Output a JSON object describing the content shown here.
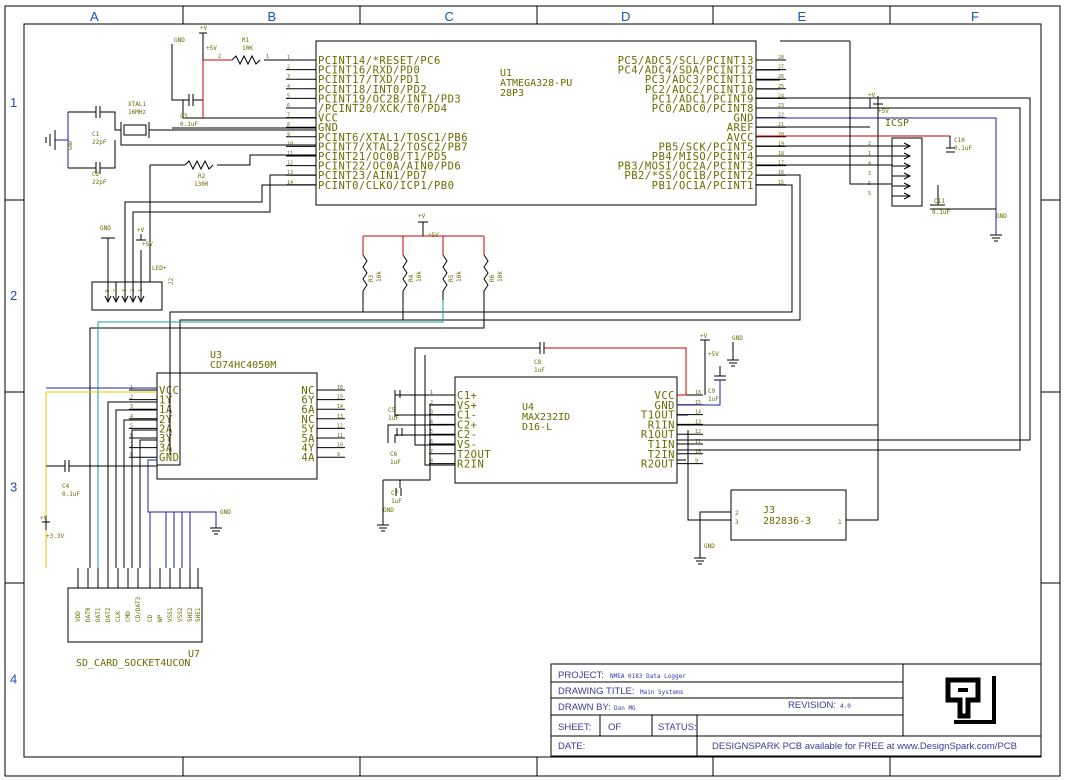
{
  "grid": {
    "columns": [
      "A",
      "B",
      "C",
      "D",
      "E",
      "F"
    ],
    "rows": [
      "1",
      "2",
      "3",
      "4"
    ]
  },
  "u1": {
    "ref": "U1",
    "part": "ATMEGA328-PU",
    "package": "28P3",
    "left_pins": [
      "PCINT14/*RESET/PC6",
      "PCINT16/RXD/PD0",
      "PCINT17/TXD/PD1",
      "PCINT18/INT0/PD2",
      "PCINT19/OC2B/INT1/PD3",
      "/PCINT20/XCK/T0/PD4",
      "VCC",
      "GND",
      "PCINT6/XTAL1/TOSC1/PB6",
      "PCINT7/XTAL2/TOSC2/PB7",
      "PCINT21/OC0B/T1/PD5",
      "PCINT22/OC0A/AIN0/PD6",
      "PCINT23/AIN1/PD7",
      "PCINT0/CLKO/ICP1/PB0"
    ],
    "left_nums": [
      "1",
      "2",
      "3",
      "4",
      "5",
      "6",
      "7",
      "8",
      "9",
      "10",
      "11",
      "12",
      "13",
      "14"
    ],
    "right_pins": [
      "PC5/ADC5/SCL/PCINT13",
      "PC4/ADC4/SDA/PCINT12",
      "PC3/ADC3/PCINT11",
      "PC2/ADC2/PCINT10",
      "PC1/ADC1/PCINT9",
      "PC0/ADC0/PCINT8",
      "GND",
      "AREF",
      "AVCC",
      "PB5/SCK/PCINT5",
      "PB4/MISO/PCINT4",
      "PB3/MOSI/OC2A/PCINT3",
      "PB2/*SS/OC1B/PCINT2",
      "PB1/OC1A/PCINT1"
    ],
    "right_nums": [
      "28",
      "27",
      "26",
      "25",
      "24",
      "23",
      "22",
      "21",
      "20",
      "19",
      "18",
      "17",
      "16",
      "15"
    ]
  },
  "u3": {
    "ref": "U3",
    "part": "CD74HC4050M",
    "left_pins": [
      "VCC",
      "1Y",
      "1A",
      "2Y",
      "2A",
      "3Y",
      "3A",
      "GND"
    ],
    "left_nums": [
      "1",
      "2",
      "3",
      "4",
      "5",
      "6",
      "7",
      "8"
    ],
    "right_pins": [
      "NC",
      "6Y",
      "6A",
      "NC",
      "5Y",
      "5A",
      "4Y",
      "4A"
    ],
    "right_nums": [
      "16",
      "15",
      "14",
      "13",
      "12",
      "11",
      "10",
      "9"
    ]
  },
  "u4": {
    "ref": "U4",
    "part": "MAX232ID",
    "package": "D16-L",
    "left_pins": [
      "C1+",
      "VS+",
      "C1-",
      "C2+",
      "C2-",
      "VS-",
      "T2OUT",
      "R2IN"
    ],
    "left_nums": [
      "1",
      "2",
      "3",
      "4",
      "5",
      "6",
      "7",
      "8"
    ],
    "right_pins": [
      "VCC",
      "GND",
      "T1OUT",
      "R1IN",
      "R1OUT",
      "T1IN",
      "T2IN",
      "R2OUT"
    ],
    "right_nums": [
      "16",
      "15",
      "14",
      "13",
      "12",
      "11",
      "10",
      "9"
    ]
  },
  "u7": {
    "ref": "U7",
    "part": "SD_CARD_SOCKET4UCON",
    "pins": [
      "VDD",
      "DAT0",
      "DAT1",
      "DAT2",
      "CLK",
      "CMD",
      "CD/DAT3",
      "CD",
      "WP",
      "VSS1",
      "VSS2",
      "SHE2",
      "SHE1"
    ]
  },
  "j2": {
    "ref": "J2",
    "pins": [
      "5",
      "4",
      "3",
      "2",
      "1"
    ],
    "note": "LED+"
  },
  "j3": {
    "ref": "J3",
    "part": "282836-3",
    "pins": [
      "2",
      "3",
      "1"
    ]
  },
  "icsp": {
    "ref": "ICSP",
    "pins": [
      "2",
      "1",
      "4",
      "3",
      "6",
      "5"
    ]
  },
  "components": {
    "r1": {
      "ref": "R1",
      "value": "10K"
    },
    "r2": {
      "ref": "R2",
      "value": "1300"
    },
    "r3": {
      "ref": "R3",
      "value": "10k"
    },
    "r4": {
      "ref": "R4",
      "value": "10k"
    },
    "r5": {
      "ref": "R5",
      "value": "10k"
    },
    "r6": {
      "ref": "R6",
      "value": "10k"
    },
    "c1": {
      "ref": "C1",
      "value": "22pF"
    },
    "c2": {
      "ref": "C2",
      "value": "22pF"
    },
    "c3": {
      "ref": "C3",
      "value": "0.1uF"
    },
    "c4": {
      "ref": "C4",
      "value": "0.1uF"
    },
    "c5": {
      "ref": "C5",
      "value": "1uF"
    },
    "c6": {
      "ref": "C6",
      "value": "1uF"
    },
    "c7": {
      "ref": "C7",
      "value": "1uF"
    },
    "c8": {
      "ref": "C8",
      "value": "1uF"
    },
    "c9": {
      "ref": "C9",
      "value": "1uF"
    },
    "c10": {
      "ref": "C10",
      "value": "0.1uF"
    },
    "c11": {
      "ref": "C11",
      "value": "0.1uF"
    },
    "xtal": {
      "ref": "XTAL1",
      "value": "16MHz"
    }
  },
  "power": {
    "vplus": "+V",
    "v5": "+5V",
    "v33": "+3.3V",
    "gnd": "GND"
  },
  "titleblock": {
    "project_label": "PROJECT:",
    "project": "NMEA 0183 Data Logger",
    "drawing_title_label": "DRAWING TITLE:",
    "drawing_title": "Main Systems",
    "drawn_by_label": "DRAWN BY:",
    "drawn_by": "Dan MG",
    "revision_label": "REVISION:",
    "revision": "4.0",
    "sheet_label": "SHEET:",
    "of_label": "OF",
    "status_label": "STATUS:",
    "date_label": "DATE:",
    "footer": "DESIGNSPARK PCB available for FREE at www.DesignSpark.com/PCB"
  }
}
